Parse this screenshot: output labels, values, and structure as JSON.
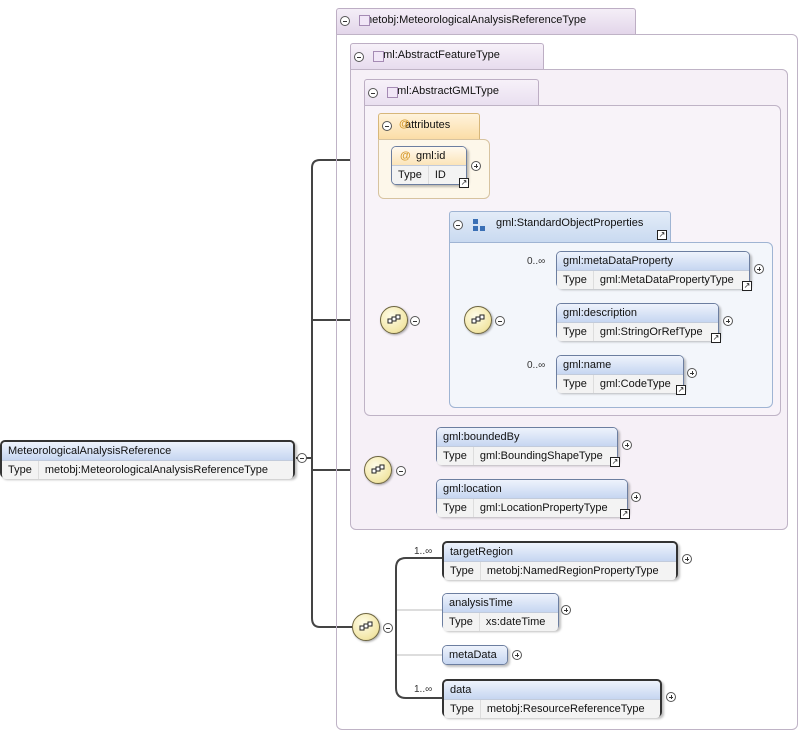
{
  "root": {
    "name": "MeteorologicalAnalysisReference",
    "type_key": "Type",
    "type": "metobj:MeteorologicalAnalysisReferenceType"
  },
  "types": {
    "outer": "metobj:MeteorologicalAnalysisReferenceType",
    "feature": "gml:AbstractFeatureType",
    "gml": "gml:AbstractGMLType",
    "attributes": "attributes",
    "group": "gml:StandardObjectProperties"
  },
  "attr_id": {
    "name": "gml:id",
    "type_key": "Type",
    "type": "ID"
  },
  "group_elements": [
    {
      "name": "gml:metaDataProperty",
      "type_key": "Type",
      "type": "gml:MetaDataPropertyType",
      "card": "0..∞"
    },
    {
      "name": "gml:description",
      "type_key": "Type",
      "type": "gml:StringOrRefType",
      "card": ""
    },
    {
      "name": "gml:name",
      "type_key": "Type",
      "type": "gml:CodeType",
      "card": "0..∞"
    }
  ],
  "feature_elements": [
    {
      "name": "gml:boundedBy",
      "type_key": "Type",
      "type": "gml:BoundingShapeType"
    },
    {
      "name": "gml:location",
      "type_key": "Type",
      "type": "gml:LocationPropertyType"
    }
  ],
  "own_elements": [
    {
      "name": "targetRegion",
      "type_key": "Type",
      "type": "metobj:NamedRegionPropertyType",
      "card": "1..∞"
    },
    {
      "name": "analysisTime",
      "type_key": "Type",
      "type": "xs:dateTime",
      "card": ""
    },
    {
      "name": "metaData",
      "card": ""
    },
    {
      "name": "data",
      "type_key": "Type",
      "type": "metobj:ResourceReferenceType",
      "card": "1..∞"
    }
  ]
}
